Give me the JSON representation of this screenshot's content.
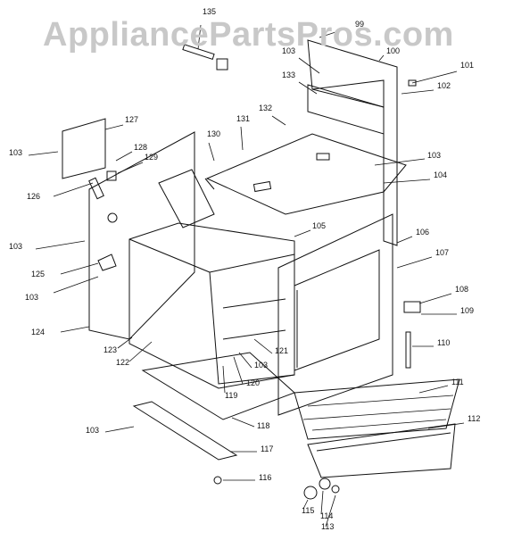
{
  "watermark": "AppliancePartsPros.com",
  "callouts": [
    "135",
    "99",
    "103",
    "100",
    "101",
    "102",
    "133",
    "127",
    "132",
    "131",
    "130",
    "103",
    "104",
    "128",
    "129",
    "103",
    "126",
    "105",
    "106",
    "103",
    "107",
    "125",
    "103",
    "108",
    "109",
    "124",
    "110",
    "123",
    "121",
    "103",
    "122",
    "120",
    "119",
    "111",
    "118",
    "112",
    "103",
    "117",
    "116",
    "115",
    "114",
    "113"
  ]
}
